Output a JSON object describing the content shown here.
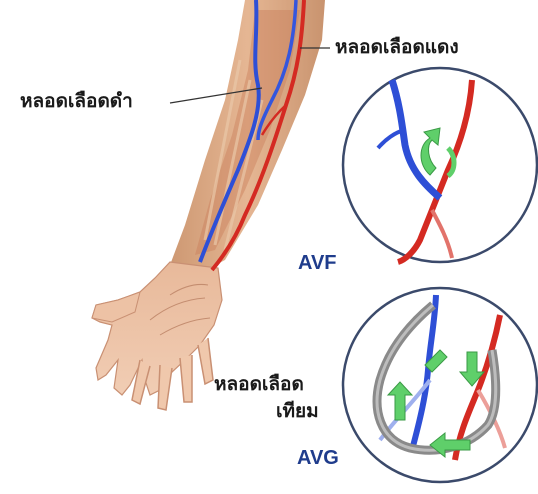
{
  "labels": {
    "vein": "หลอดเลือดดำ",
    "artery": "หลอดเลือดแดง",
    "graft_line1": "หลอดเลือด",
    "graft_line2": "เทียม"
  },
  "panels": {
    "fistula_title": "AVF",
    "graft_title": "AVG"
  },
  "colors": {
    "vein": "#2e4fd6",
    "artery": "#d42a22",
    "skin": "#d9a27a",
    "title": "#1f3c8c",
    "flow_arrow": "#5fcf6a",
    "graft": "#8a8a8a"
  }
}
